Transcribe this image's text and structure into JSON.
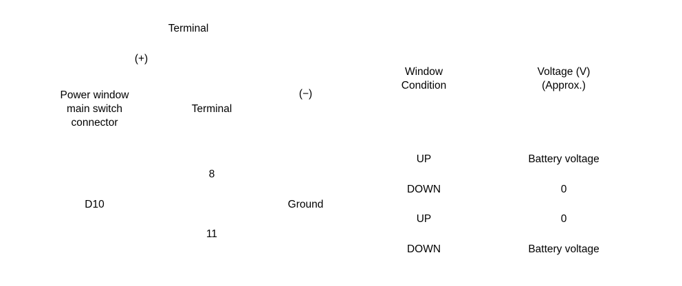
{
  "table": {
    "headers": {
      "terminal_group": "Terminal",
      "positive_group": "(+)",
      "connector": "Power window\nmain switch\nconnector",
      "connector_lines": [
        "Power window",
        "main switch",
        "connector"
      ],
      "terminal": "Terminal",
      "negative": "(−)",
      "window_condition": "Window\nCondition",
      "window_condition_lines": [
        "Window",
        "Condition"
      ],
      "voltage": "Voltage (V)\n(Approx.)",
      "voltage_lines": [
        "Voltage (V)",
        "(Approx.)"
      ]
    },
    "body": {
      "connector": "D10",
      "ground": "Ground",
      "groups": [
        {
          "terminal": "8",
          "rows": [
            {
              "condition": "UP",
              "voltage": "Battery voltage"
            },
            {
              "condition": "DOWN",
              "voltage": "0"
            }
          ]
        },
        {
          "terminal": "11",
          "rows": [
            {
              "condition": "UP",
              "voltage": "0"
            },
            {
              "condition": "DOWN",
              "voltage": "Battery voltage"
            }
          ]
        }
      ]
    },
    "colors": {
      "rule": "#000000",
      "background": "#ffffff",
      "text": "#000000"
    }
  }
}
